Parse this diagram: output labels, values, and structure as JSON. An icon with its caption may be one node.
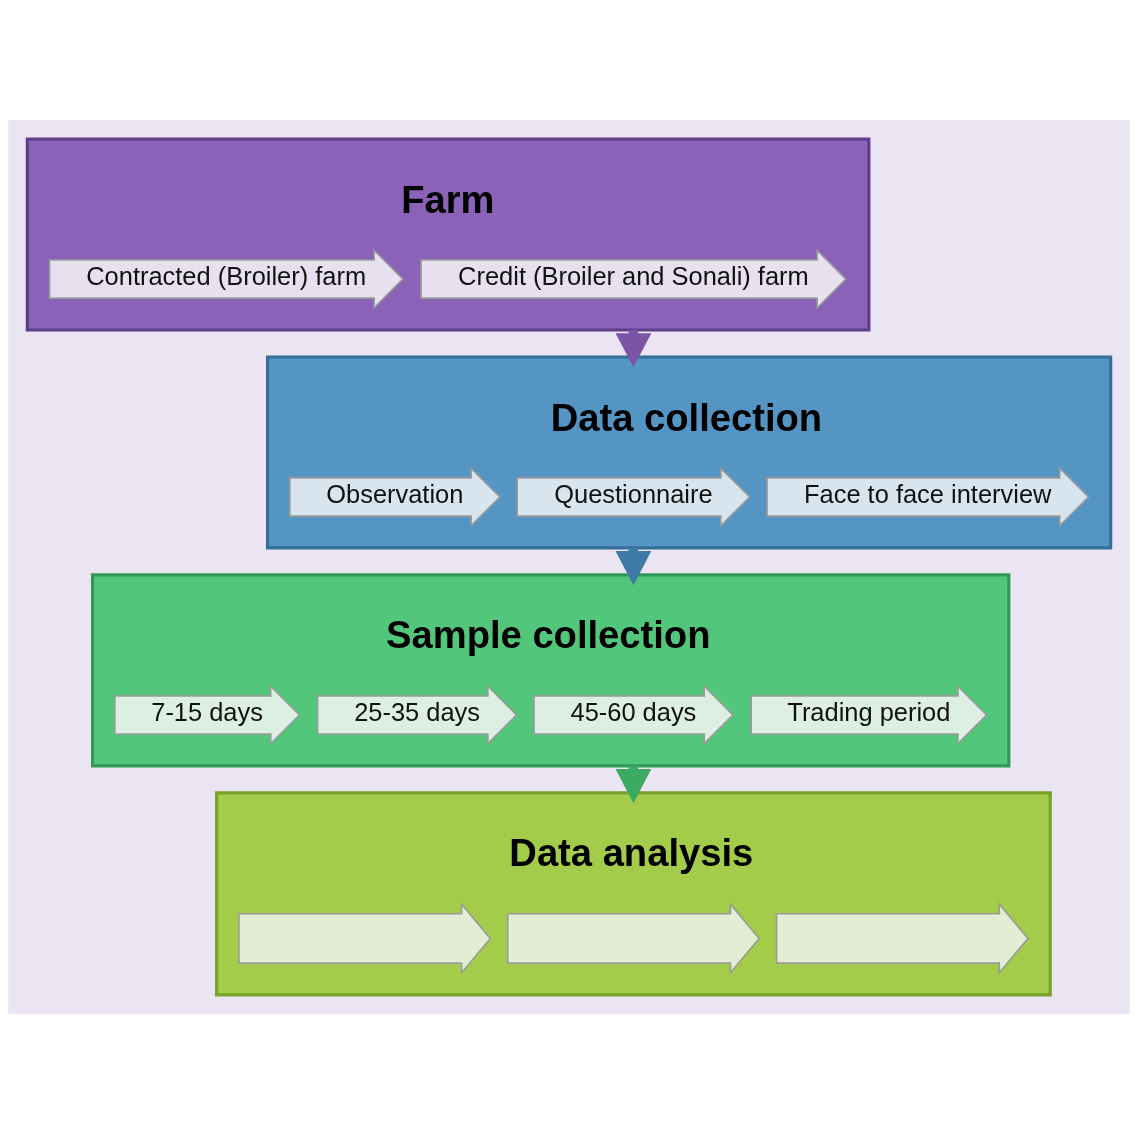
{
  "diagram": {
    "nodes": [
      {
        "text": [
          "Farm"
        ]
      },
      {
        "text": [
          "Contracted (Broiler) farm"
        ],
        "in": 0
      },
      {
        "text": [
          "Credit (Broiler and Sonali) farm"
        ],
        "in": 0
      },
      {
        "text": [
          "Data collection"
        ]
      },
      {
        "text": [
          "Observation"
        ],
        "in": 3
      },
      {
        "text": [
          "Questionnaire"
        ],
        "in": 3
      },
      {
        "text": [
          "Face to face interview"
        ],
        "in": 3
      },
      {
        "text": [
          "Sample collection"
        ]
      },
      {
        "text": [
          "7-15 days"
        ],
        "in": 7
      },
      {
        "text": [
          "25-35 days"
        ],
        "in": 7
      },
      {
        "text": [
          "45-60 days"
        ],
        "in": 7
      },
      {
        "text": [
          "Trading period"
        ],
        "in": 7
      },
      {
        "text": [
          "Data analysis"
        ]
      },
      {
        "text": [],
        "shape": "arrow",
        "in": 12
      },
      {
        "text": [],
        "shape": "arrow",
        "in": 12
      },
      {
        "text": [],
        "shape": "arrow",
        "in": 12
      }
    ],
    "edges": [
      {
        "from": 0,
        "to": 3,
        "arrow": "to",
        "color": "#7a55a6"
      },
      {
        "from": 3,
        "to": 7,
        "arrow": "to",
        "color": "#3f7aa6"
      },
      {
        "from": 7,
        "to": 12,
        "arrow": "to",
        "color": "#3daa62"
      }
    ]
  }
}
